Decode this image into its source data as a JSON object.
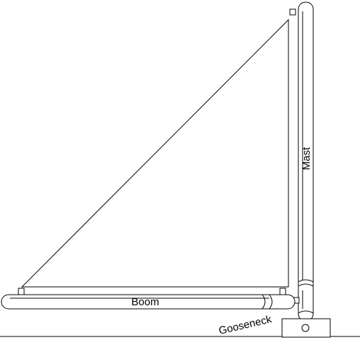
{
  "diagram": {
    "labels": {
      "mast": "Mast",
      "boom": "Boom",
      "gooseneck": "Gooseneck"
    }
  }
}
